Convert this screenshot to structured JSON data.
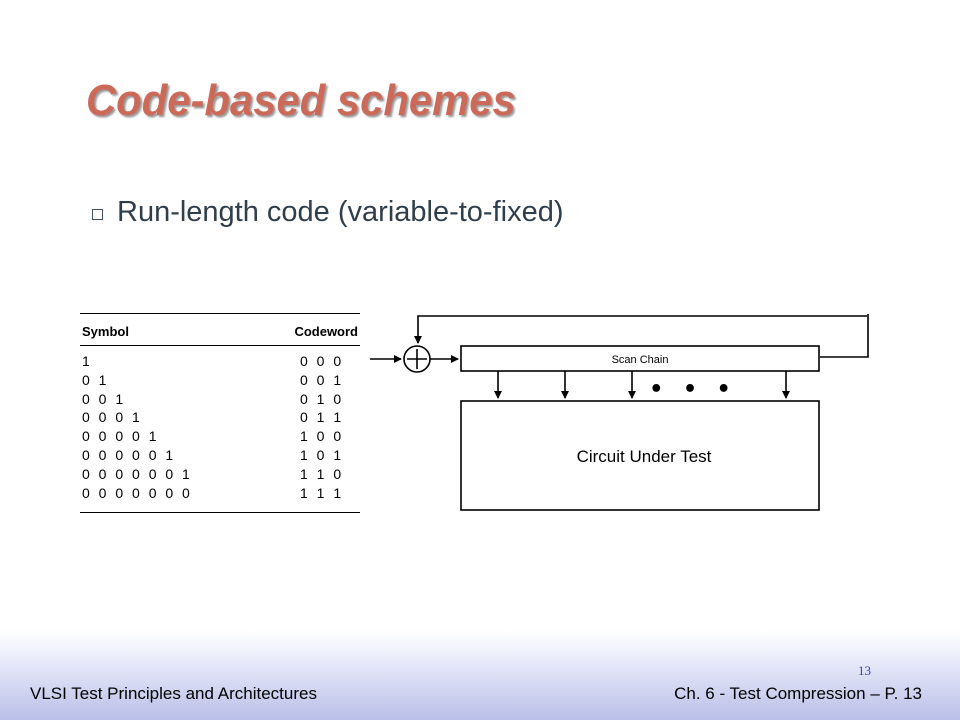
{
  "slide": {
    "title": "Code-based schemes",
    "bullet": "Run-length code (variable-to-fixed)"
  },
  "table": {
    "headers": {
      "symbol": "Symbol",
      "codeword": "Codeword"
    },
    "rows": [
      {
        "symbol": "1",
        "codeword": "0 0 0"
      },
      {
        "symbol": "0 1",
        "codeword": "0 0 1"
      },
      {
        "symbol": "0 0 1",
        "codeword": "0 1 0"
      },
      {
        "symbol": "0 0 0 1",
        "codeword": "0 1 1"
      },
      {
        "symbol": "0 0 0 0 1",
        "codeword": "1 0 0"
      },
      {
        "symbol": "0 0 0 0 0 1",
        "codeword": "1 0 1"
      },
      {
        "symbol": "0 0 0 0 0 0 1",
        "codeword": "1 1 0"
      },
      {
        "symbol": "0 0 0 0 0 0 0",
        "codeword": "1 1 1"
      }
    ]
  },
  "diagram": {
    "scan_chain_label": "Scan Chain",
    "cut_label": "Circuit Under Test",
    "xor_icon": "xor-plus-icon",
    "ellipsis": "• • •"
  },
  "footer": {
    "left": "VLSI Test Principles and Architectures",
    "right": "Ch. 6 - Test Compression – P. 13",
    "page_number": "13"
  },
  "colors": {
    "title": "#cc6a5a",
    "body_text": "#2f3e4d",
    "footer_band": "#b9bfe8",
    "page_number": "#3344aa"
  }
}
